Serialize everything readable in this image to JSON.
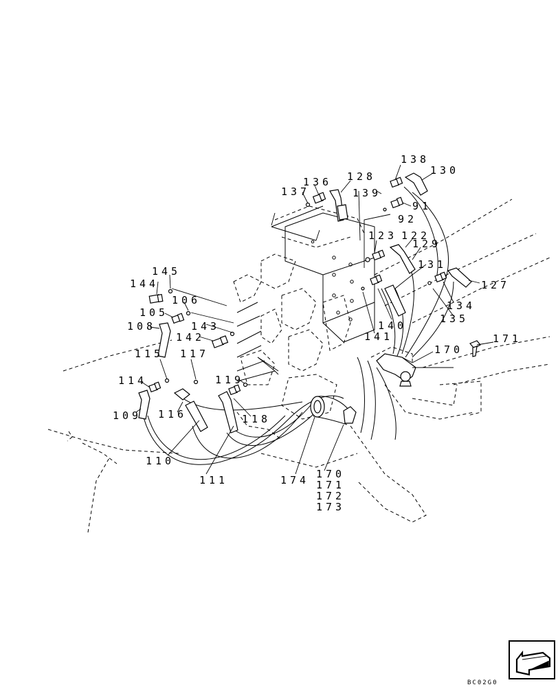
{
  "labels": {
    "l138": "138",
    "l130": "130",
    "l136": "136",
    "l128": "128",
    "l137": "137",
    "l139": "139",
    "l91": "91",
    "l92": "92",
    "l123": "123",
    "l122": "122",
    "l129": "129",
    "l131": "131",
    "l145": "145",
    "l144": "144",
    "l106": "106",
    "l105": "105",
    "l143": "143",
    "l108": "108",
    "l142": "142",
    "l115": "115",
    "l117": "117",
    "l114": "114",
    "l119": "119",
    "l109": "109",
    "l116": "116",
    "l118": "118",
    "l110": "110",
    "l111": "111",
    "l127": "127",
    "l134": "134",
    "l135": "135",
    "l140": "140",
    "l141": "141",
    "l170": "170",
    "l171": "171",
    "l174": "174",
    "g170": "170",
    "g171": "171",
    "g172": "172",
    "g173": "173"
  },
  "drawing_code": "BC02G0",
  "icons": {
    "navigation": "arrow-icon"
  }
}
